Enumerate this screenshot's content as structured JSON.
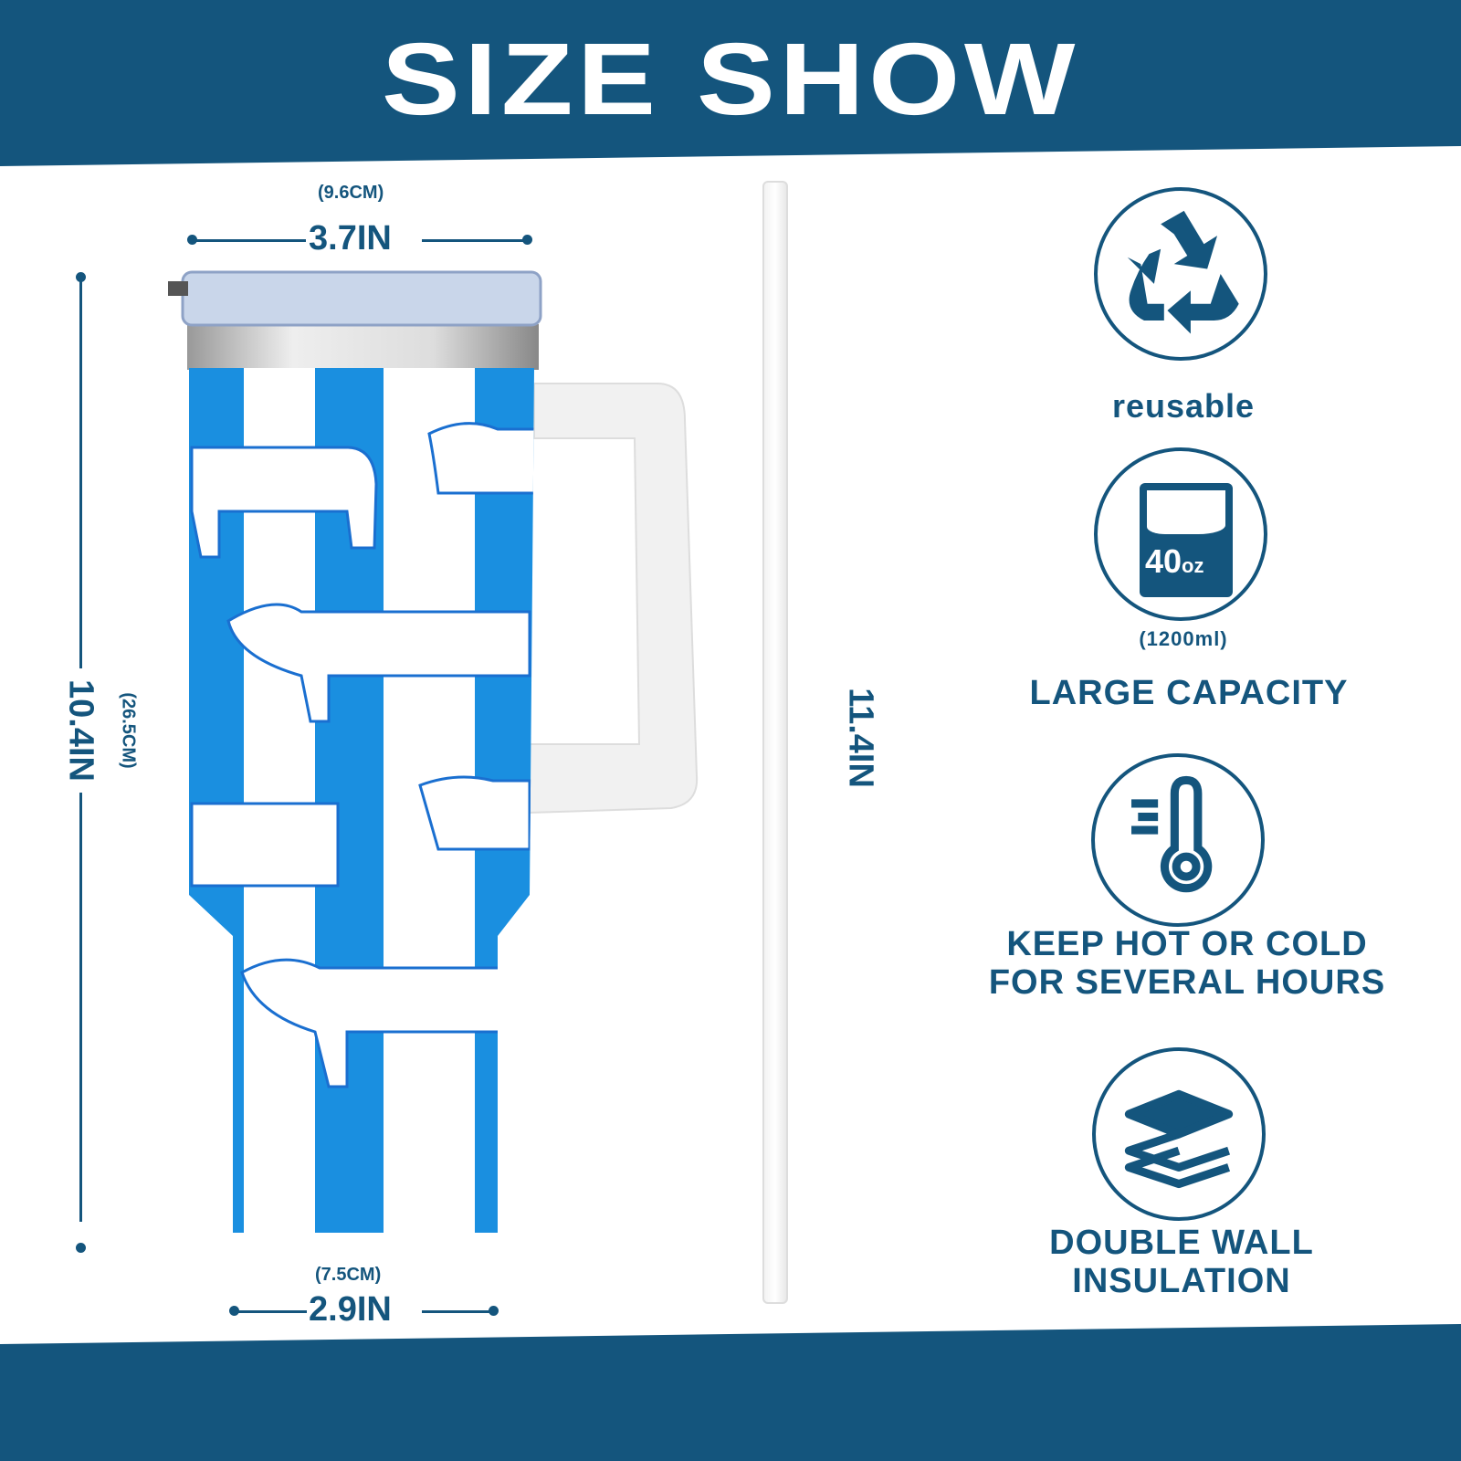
{
  "header": {
    "title": "SIZE SHOW"
  },
  "dimensions": {
    "top_width_cm": "(9.6CM)",
    "top_width_in": "3.7IN",
    "height_in": "10.4IN",
    "height_cm": "(26.5CM)",
    "bottom_width_cm": "(7.5CM)",
    "bottom_width_in": "2.9IN",
    "straw_in": "11.4IN"
  },
  "features": [
    {
      "icon": "recycle-icon",
      "label": "reusable"
    },
    {
      "icon": "cup-capacity-icon",
      "icon_text": "40",
      "icon_unit": "oz",
      "sub": "(1200ml)",
      "label": "LARGE CAPACITY"
    },
    {
      "icon": "thermometer-icon",
      "line1": "KEEP HOT OR COLD",
      "line2": "FOR SEVERAL HOURS"
    },
    {
      "icon": "layers-icon",
      "line1": "DOUBLE WALL",
      "line2": "INSULATION"
    }
  ],
  "colors": {
    "brand": "#14557d",
    "print": "#1a8fe0"
  }
}
